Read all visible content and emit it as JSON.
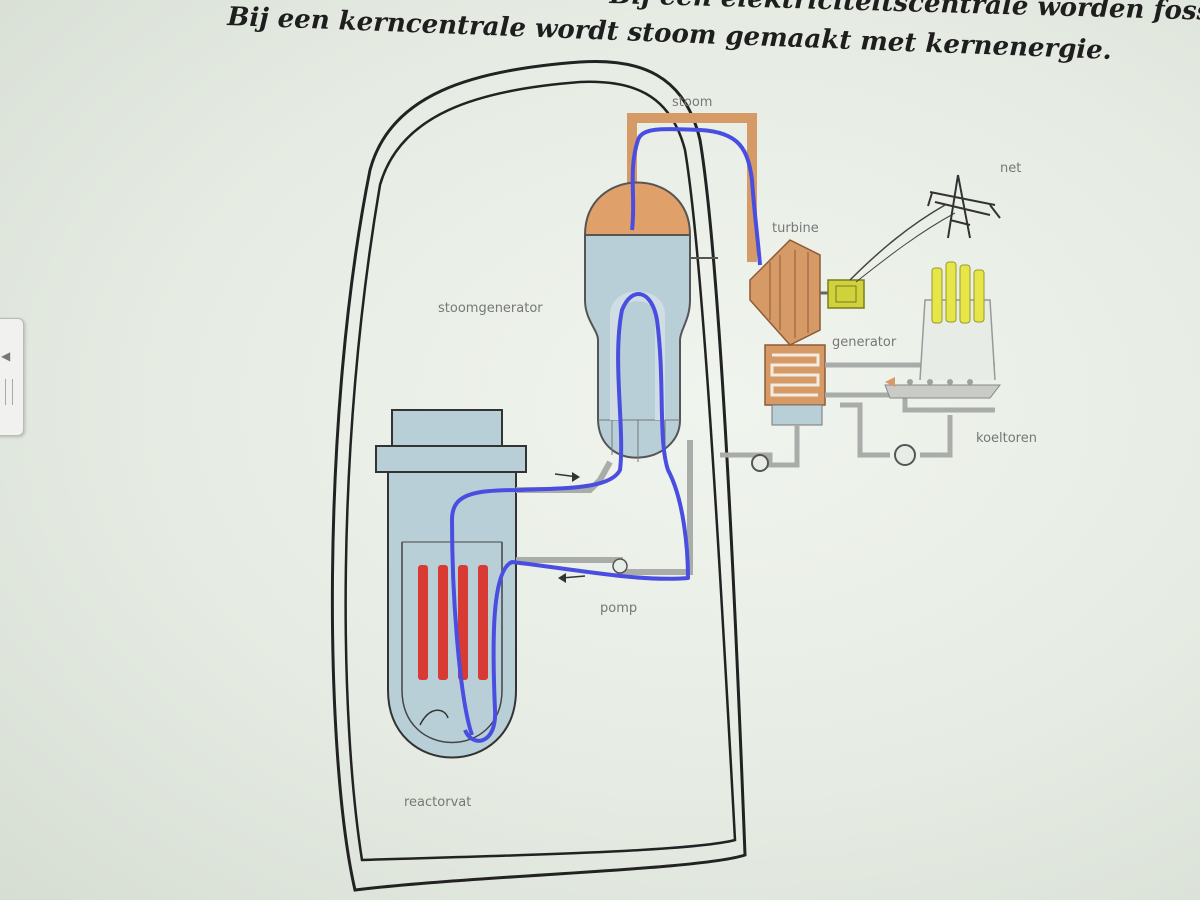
{
  "heading": {
    "line1": "Bij een elektriciteitscentrale worden fossiele brandstoffen verbrand.",
    "line2": "Bij een kerncentrale wordt stoom gemaakt met kernenergie."
  },
  "labels": {
    "stoom": "stoom",
    "net": "net",
    "turbine": "turbine",
    "stoomgenerator": "stoomgenerator",
    "generator": "generator",
    "koeltoren": "koeltoren",
    "pomp": "pomp",
    "reactorvat": "reactorvat"
  },
  "colors": {
    "vessel_fill": "#b9cfd8",
    "steam_dome": "#e0a06a",
    "pipe_orange": "#d69a66",
    "fuel_rods": "#d83a34",
    "blue_loop": "#4a4ee0",
    "containment": "#222222",
    "generator_yellow": "#cfd23a",
    "grey_pipe": "#a9aca8"
  },
  "icons": {
    "side_tab_arrow": "triangle-left-icon"
  }
}
